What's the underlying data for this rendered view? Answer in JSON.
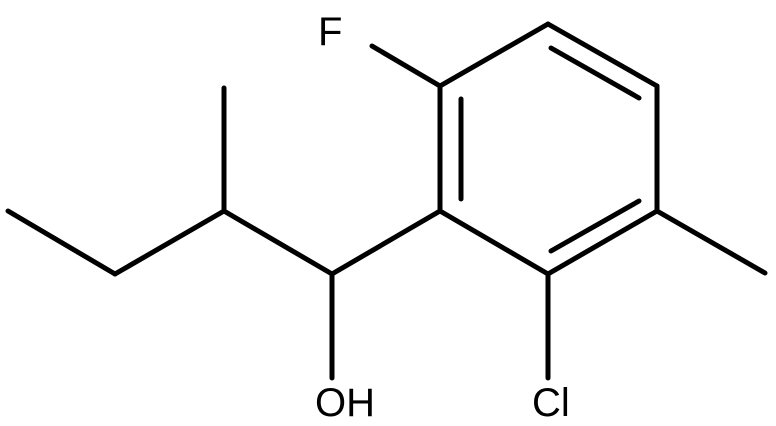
{
  "molecule": {
    "atoms": {
      "fluorine": "F",
      "hydroxyl": "OH",
      "chlorine": "Cl"
    },
    "colors": {
      "bond": "#000000",
      "label": "#000000",
      "background": "#ffffff"
    }
  }
}
